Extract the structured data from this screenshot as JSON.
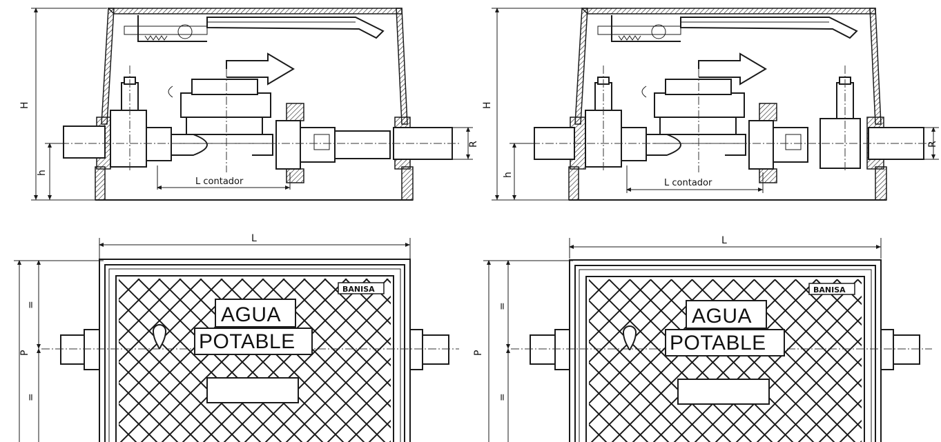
{
  "diagrams": [
    {
      "label_H": "H",
      "label_h": "h",
      "label_R": "R",
      "label_meter": "L contador",
      "label_L": "L",
      "label_P": "P",
      "label_eq_top": "=",
      "label_eq_bottom": "=",
      "lid_line1": "AGUA",
      "lid_line2": "POTABLE",
      "brand": "BANISA"
    },
    {
      "label_H": "H",
      "label_h": "h",
      "label_R": "R",
      "label_meter": "L contador",
      "label_L": "L",
      "label_P": "P",
      "label_eq_top": "=",
      "label_eq_bottom": "=",
      "lid_line1": "AGUA",
      "lid_line2": "POTABLE",
      "brand": "BANISA"
    }
  ]
}
